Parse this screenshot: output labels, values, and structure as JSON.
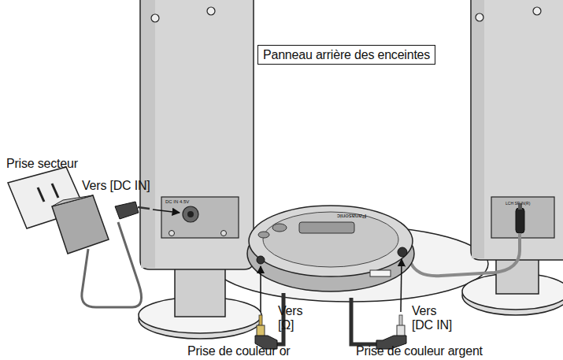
{
  "diagram": {
    "nodes": [
      {
        "text": [
          "Panneau arrière des enceintes"
        ]
      }
    ],
    "labels": [
      "Prise secteur",
      "Vers [DC IN]",
      "DC IN 4.5V",
      "Panasonic",
      "LCH SP IN(R)",
      "Vers [Ω]",
      "Vers [DC IN]",
      "Prise de couleur or",
      "Prise de couleur argent"
    ]
  }
}
